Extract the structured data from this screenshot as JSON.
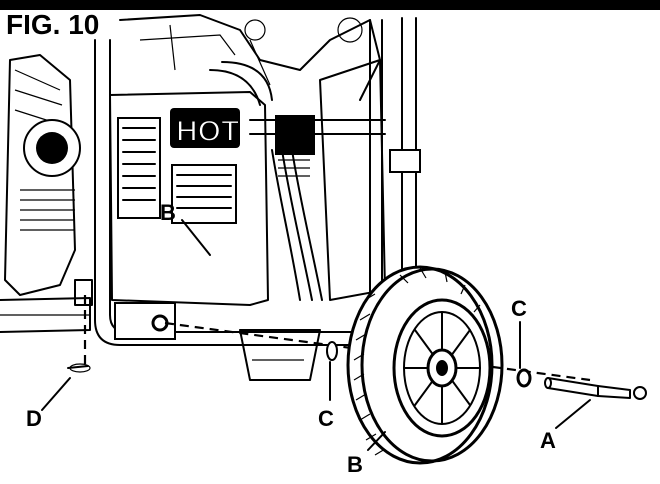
{
  "figure": {
    "title": "FIG. 10",
    "panel_label": "HOT",
    "callouts": {
      "a": "A",
      "b_upper": "B",
      "b_lower": "B",
      "c_left": "C",
      "c_right": "C",
      "d": "D"
    }
  }
}
